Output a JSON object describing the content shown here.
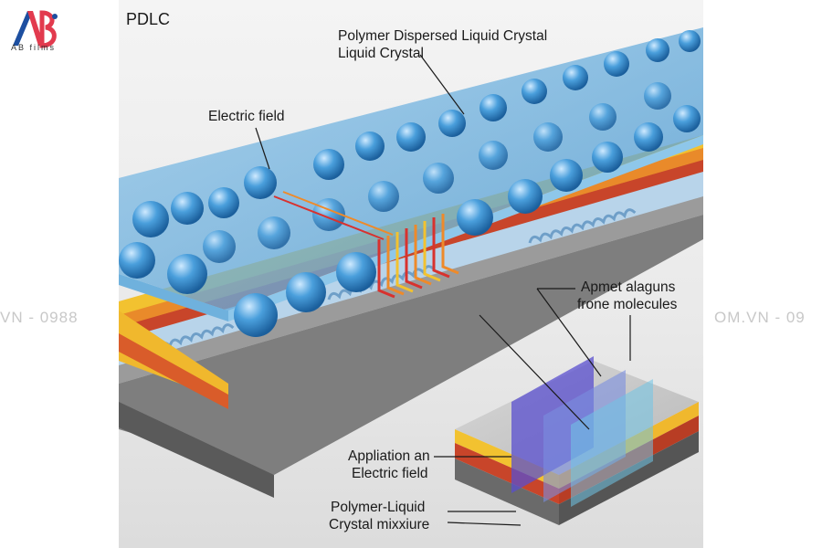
{
  "brand": {
    "logo_letters": "AB",
    "tagline": "AB films"
  },
  "watermark": {
    "left": "VN - 0988",
    "right": "OM.VN - 09"
  },
  "diagram": {
    "title": "PDLC",
    "labels": {
      "top": "Polymer Dispersed Liquid Crystal",
      "top_sub": "Liquid Crystal",
      "electric_field": "Electric field",
      "molecules_1": "Apmet alaguns",
      "molecules_2": "frone molecules",
      "application_1": "Appliation an",
      "application_2": "Electric field",
      "mixture_1": "Polymer-Liquid",
      "mixture_2": "Crystal mixxiure"
    },
    "colors": {
      "glass": "#5fa9d8",
      "yellow": "#f2c230",
      "orange": "#e98a2a",
      "red": "#c8452a",
      "grey": "#8c8c8c",
      "blue_wave": "#9cc4e4",
      "sphere": "#3d8fcf"
    }
  }
}
